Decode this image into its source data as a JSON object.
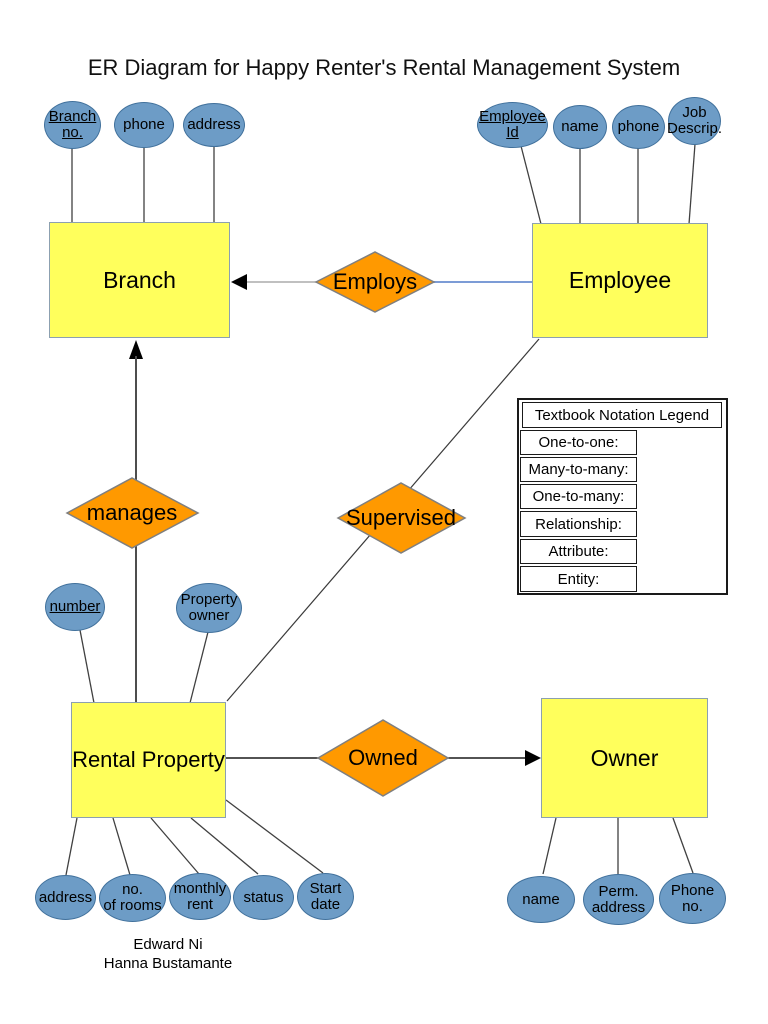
{
  "title": "ER Diagram for Happy Renter's Rental Management System",
  "credits": [
    "Edward Ni",
    "Hanna Bustamante"
  ],
  "entities": {
    "branch": {
      "label": "Branch"
    },
    "employee": {
      "label": "Employee"
    },
    "rental_property": {
      "label": "Rental Property"
    },
    "owner": {
      "label": "Owner"
    }
  },
  "relationships": {
    "employs": {
      "label": "Employs"
    },
    "manages": {
      "label": "manages"
    },
    "supervised": {
      "label": "Supervised"
    },
    "owned": {
      "label": "Owned"
    }
  },
  "attributes": {
    "branch": [
      {
        "name": "branch-no",
        "lines": [
          "Branch",
          "no."
        ],
        "primary_key": true
      },
      {
        "name": "phone",
        "lines": [
          "phone"
        ],
        "primary_key": false
      },
      {
        "name": "address",
        "lines": [
          "address"
        ],
        "primary_key": false
      }
    ],
    "employee": [
      {
        "name": "employee-id",
        "lines": [
          "Employee",
          "Id"
        ],
        "primary_key": true
      },
      {
        "name": "name",
        "lines": [
          "name"
        ],
        "primary_key": false
      },
      {
        "name": "phone",
        "lines": [
          "phone"
        ],
        "primary_key": false
      },
      {
        "name": "job-descrip",
        "lines": [
          "Job",
          "Descrip."
        ],
        "primary_key": false
      }
    ],
    "rental_property": [
      {
        "name": "number",
        "lines": [
          "number"
        ],
        "primary_key": true
      },
      {
        "name": "property-owner",
        "lines": [
          "Property",
          "owner"
        ],
        "primary_key": false
      },
      {
        "name": "address",
        "lines": [
          "address"
        ],
        "primary_key": false
      },
      {
        "name": "no-of-rooms",
        "lines": [
          "no.",
          "of rooms"
        ],
        "primary_key": false
      },
      {
        "name": "monthly-rent",
        "lines": [
          "monthly",
          "rent"
        ],
        "primary_key": false
      },
      {
        "name": "status",
        "lines": [
          "status"
        ],
        "primary_key": false
      },
      {
        "name": "start-date",
        "lines": [
          "Start",
          "date"
        ],
        "primary_key": false
      }
    ],
    "owner": [
      {
        "name": "name",
        "lines": [
          "name"
        ],
        "primary_key": false
      },
      {
        "name": "perm-address",
        "lines": [
          "Perm.",
          "address"
        ],
        "primary_key": false
      },
      {
        "name": "phone-no",
        "lines": [
          "Phone",
          "no."
        ],
        "primary_key": false
      }
    ]
  },
  "legend": {
    "title": "Textbook Notation Legend",
    "rows": [
      {
        "label": "One-to-one:",
        "symbol": "double-arrow"
      },
      {
        "label": "Many-to-many:",
        "symbol": "plain-line"
      },
      {
        "label": "One-to-many:",
        "symbol": "left-arrow"
      },
      {
        "label": "Relationship:",
        "symbol": "diamond"
      },
      {
        "label": "Attribute:",
        "symbol": "ellipse"
      },
      {
        "label": "Entity:",
        "symbol": "rectangle"
      }
    ]
  },
  "colors": {
    "entity_fill": "#FFFF5C",
    "entity_border": "#8CA0B0",
    "attribute_fill": "#6D9CC6",
    "attribute_border": "#41719C",
    "relationship_fill": "#FF9900",
    "relationship_border": "#7F7F7F",
    "connector": "#404040",
    "employee_connector": "#7C9CD6"
  }
}
